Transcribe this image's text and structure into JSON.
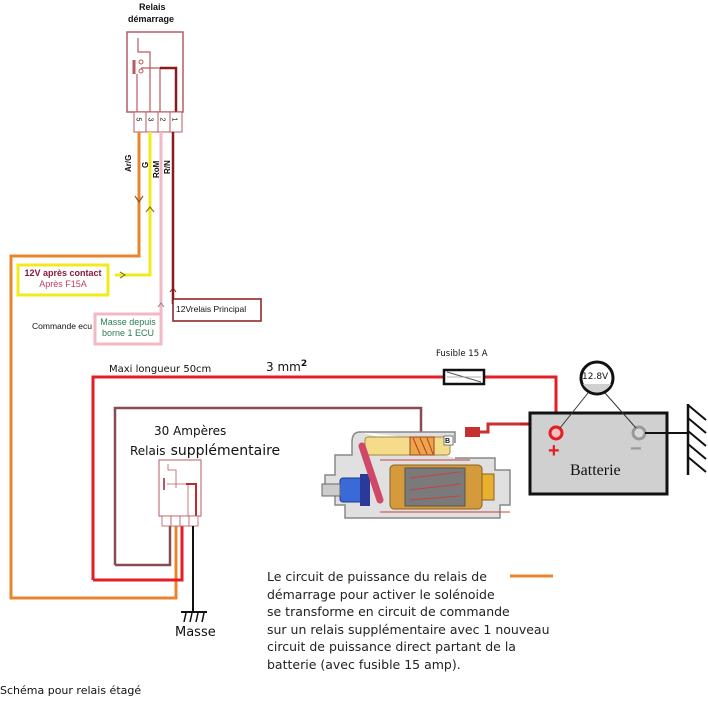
{
  "top_relay": {
    "title_line1": "Relais",
    "title_line2": "démarrage",
    "pins": [
      "5",
      "3",
      "2",
      "1"
    ],
    "wire_codes": [
      "Ar/G",
      "G",
      "RoM",
      "R/N"
    ]
  },
  "labels": {
    "ignition_12v": "12V après contact",
    "ignition_fuse": "Après F15A",
    "ecu_command": "Commande ecu",
    "ecu_ground_line1": "Masse depuis",
    "ecu_ground_line2": "borne 1 ECU",
    "main_relay": "12Vrelais Principal",
    "max_length": "Maxi longueur 50cm",
    "wire_section": "3 mm",
    "wire_section_sup": "2",
    "fuse": "Fusible 15 A",
    "aux_relay_rating": "30 Ampères",
    "aux_relay_prefix": "Relais",
    "aux_relay_name": "supplémentaire",
    "ground": "Masse",
    "voltmeter": "12.8V",
    "battery": "Batterie",
    "battery_plus": "+",
    "battery_minus": "−",
    "solenoid_terminal": "B",
    "caption": "Schéma pour  relais étagé"
  },
  "explanation": [
    "Le circuit de puissance du relais de",
    "démarrage pour activer le solénoide",
    "se transforme en circuit de commande",
    "sur un relais supplémentaire avec 1 nouveau",
    "circuit de puissance direct partant de la",
    "batterie (avec fusible 15 amp)."
  ],
  "colors": {
    "orange_wire": "#e8842c",
    "yellow_wire": "#f2ea1c",
    "pink_wire": "#f2b8c6",
    "dark_red_wire": "#8b1a1a",
    "red_power_wire": "#e41e25",
    "maroon_wire": "#8a4a52",
    "relay_outline": "#b85a60"
  }
}
